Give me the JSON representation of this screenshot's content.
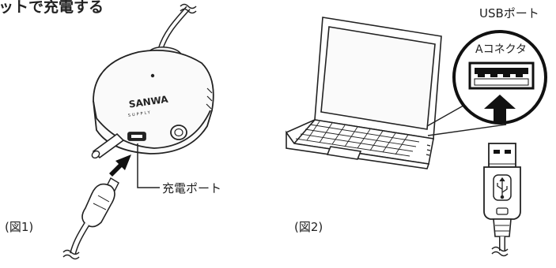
{
  "header": {
    "title_fragment": "ットで充電する"
  },
  "figure1": {
    "caption": "(図1)",
    "callout_label": "充電ポート",
    "brand": {
      "line1": "SANWA",
      "line2": "SUPPLY"
    }
  },
  "figure2": {
    "caption": "(図2)",
    "usb_port_label": "USBポート",
    "connector_label": "Aコネクタ"
  }
}
